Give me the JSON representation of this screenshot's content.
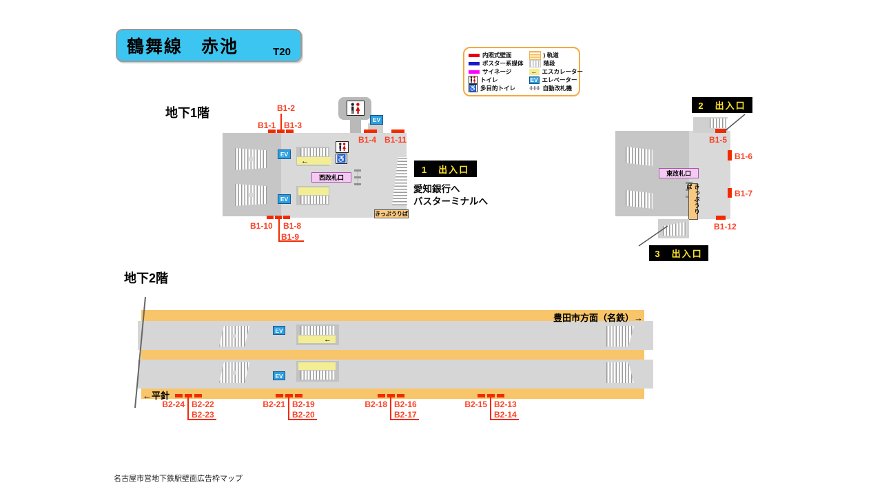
{
  "title": {
    "station": "鶴舞線　赤池",
    "code": "T20"
  },
  "legend": {
    "wall": "内照式壁面",
    "poster": "ポスター系媒体",
    "signage": "サイネージ",
    "toilet": "トイレ",
    "accessible_toilet": "多目的トイレ",
    "track": ") 軌道",
    "stairs": "階段",
    "escalator": "エスカレーター",
    "elevator": "エレベーター",
    "ticket_gate": "自動改札機"
  },
  "icons": {
    "ev": "EV",
    "wheelchair": "♿",
    "arrow_left": "←"
  },
  "colors": {
    "wall": "#e60012",
    "poster": "#1d18c8",
    "signage": "#ff00ff",
    "track": "#f8c56a",
    "accent_red": "#f32a00",
    "line_blue": "#3cc5f0"
  },
  "b1": {
    "floor_label": "地下1階",
    "west": {
      "frames": {
        "f1": "B1-1",
        "f2": "B1-2",
        "f3": "B1-3",
        "f4": "B1-4",
        "f11": "B1-11",
        "f10": "B1-10",
        "f8": "B1-8",
        "f9": "B1-9"
      },
      "gate": "西改札口",
      "ticket": "きっぷうりば"
    },
    "east": {
      "frames": {
        "f5": "B1-5",
        "f6": "B1-6",
        "f7": "B1-7",
        "f12": "B1-12"
      },
      "gate": "東改札口",
      "ticket": "きっぷうりば",
      "exit2": "2　出入口",
      "exit3": "3　出入口"
    },
    "exit1": {
      "label": "1　出入口",
      "dest1": "愛知銀行へ",
      "dest2": "バスターミナルへ"
    }
  },
  "b2": {
    "floor_label": "地下2階",
    "dir_right": "豊田市方面（名鉄）→",
    "dir_left": "←平針",
    "groups": [
      {
        "left": "B2-24",
        "right": "B2-22",
        "below": "B2-23"
      },
      {
        "left": "B2-21",
        "right": "B2-19",
        "below": "B2-20"
      },
      {
        "left": "B2-18",
        "right": "B2-16",
        "below": "B2-17"
      },
      {
        "left": "B2-15",
        "right": "B2-13",
        "below": "B2-14"
      }
    ]
  },
  "footer": "名古屋市営地下鉄駅壁面広告枠マップ"
}
